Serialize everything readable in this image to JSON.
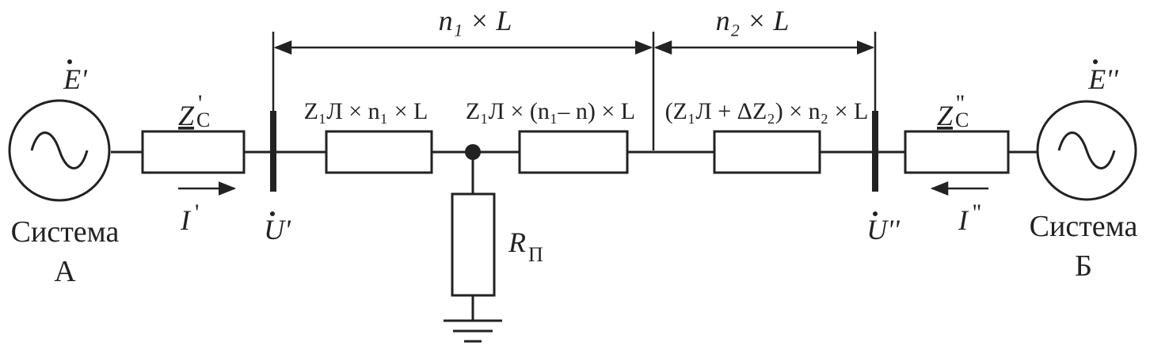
{
  "dimensions": {
    "span1_label": "n₁ × L",
    "span2_label": "n₂ × L"
  },
  "source_a": {
    "emf": "E'",
    "system_label_1": "Система",
    "system_label_2": "А",
    "impedance_main": "Z",
    "impedance_prime": "'",
    "impedance_sub": "С",
    "current_main": "I",
    "current_prime": "'",
    "bus_voltage": "U'"
  },
  "source_b": {
    "emf": "E''",
    "system_label_1": "Система",
    "system_label_2": "Б",
    "impedance_main": "Z",
    "impedance_prime": "''",
    "impedance_sub": "С",
    "current_main": "I",
    "current_prime": "''",
    "bus_voltage": "U''"
  },
  "line_segments": {
    "seg1": "Z₁Л × n₁ × L",
    "seg2": "Z₁Л × (n₁– n) × L",
    "seg3": "(Z₁Л + ΔZ₂) × n₂ × L"
  },
  "fault": {
    "resistance_main": "R",
    "resistance_sub": "П"
  }
}
